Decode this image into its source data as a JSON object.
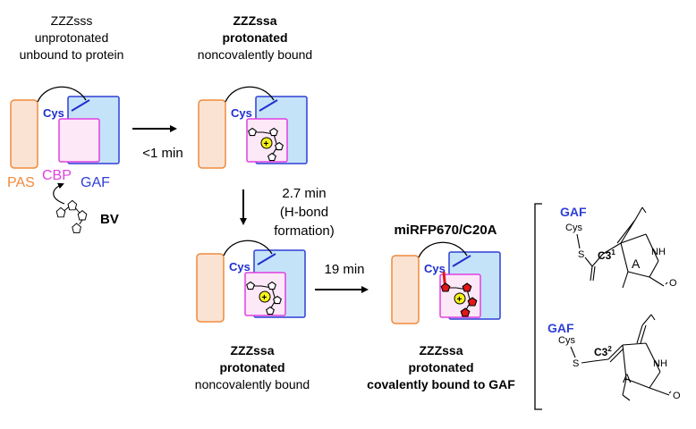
{
  "states": [
    {
      "lines": [
        "ZZZsss",
        "unprotonated",
        "unbound to protein"
      ],
      "bold": [
        false,
        false,
        false
      ]
    },
    {
      "lines": [
        "ZZZssa",
        "protonated",
        "noncovalently bound"
      ],
      "bold": [
        true,
        true,
        false
      ]
    },
    {
      "lines": [
        "ZZZssa",
        "protonated",
        "noncovalently bound"
      ],
      "bold": [
        true,
        true,
        false
      ]
    },
    {
      "lines": [
        "ZZZssa",
        "protonated",
        "covalently bound to GAF"
      ],
      "bold": [
        true,
        true,
        true
      ]
    }
  ],
  "domains": {
    "pas": "PAS",
    "cbp": "CBP",
    "gaf": "GAF",
    "cys": "Cys",
    "bv": "BV",
    "plus": "+"
  },
  "transitions": {
    "t1": "<1 min",
    "t2_lines": [
      "2.7 min",
      "(H-bond",
      "formation)"
    ],
    "t3": "19 min"
  },
  "mutant_label": "miRFP670/C20A",
  "structures": {
    "top": {
      "gaf": "GAF",
      "cys": "Cys",
      "s": "S",
      "carbon": "C3",
      "sup": "1",
      "ring": "A",
      "nh": "NH",
      "o": "O"
    },
    "bottom": {
      "gaf": "GAF",
      "cys": "Cys",
      "s": "S",
      "carbon": "C3",
      "sup": "2",
      "ring": "A",
      "nh": "NH",
      "o": "O"
    }
  },
  "colors": {
    "pas": "#f08a3c",
    "pas_fill": "#fbe3d4",
    "cbp": "#e040e0",
    "cbp_fill": "#fde8f8",
    "gaf": "#2f3fd6",
    "gaf_fill": "#c5e3f8",
    "cys": "#1f2fd0",
    "red": "#e01818",
    "yellow": "#f7f21a"
  }
}
